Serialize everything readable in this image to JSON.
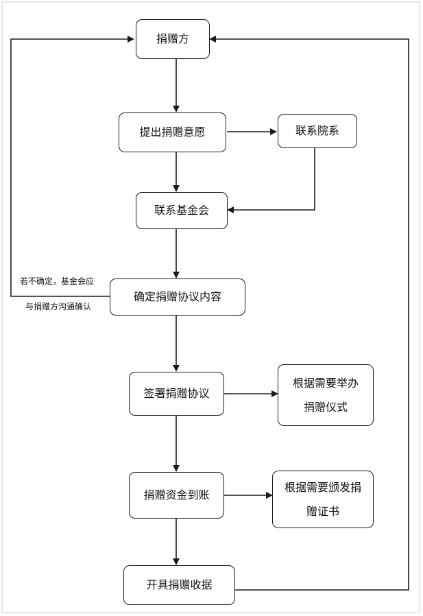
{
  "nodes": {
    "donor": "捐赠方",
    "intent": "提出捐赠意愿",
    "college": "联系院系",
    "foundation": "联系基金会",
    "agreement_content": "确定捐赠协议内容",
    "sign": "签署捐赠协议",
    "ceremony": "根据需要举办捐赠仪式",
    "funds": "捐赠资金到账",
    "certificate": "根据需要颁发捐赠证书",
    "receipt": "开具捐赠收据"
  },
  "note": {
    "line1": "若不确定，基金会应",
    "line2": "与捐赠方沟通确认"
  },
  "colors": {
    "stroke": "#1a1a1a",
    "frame": "#e6e6e6"
  }
}
